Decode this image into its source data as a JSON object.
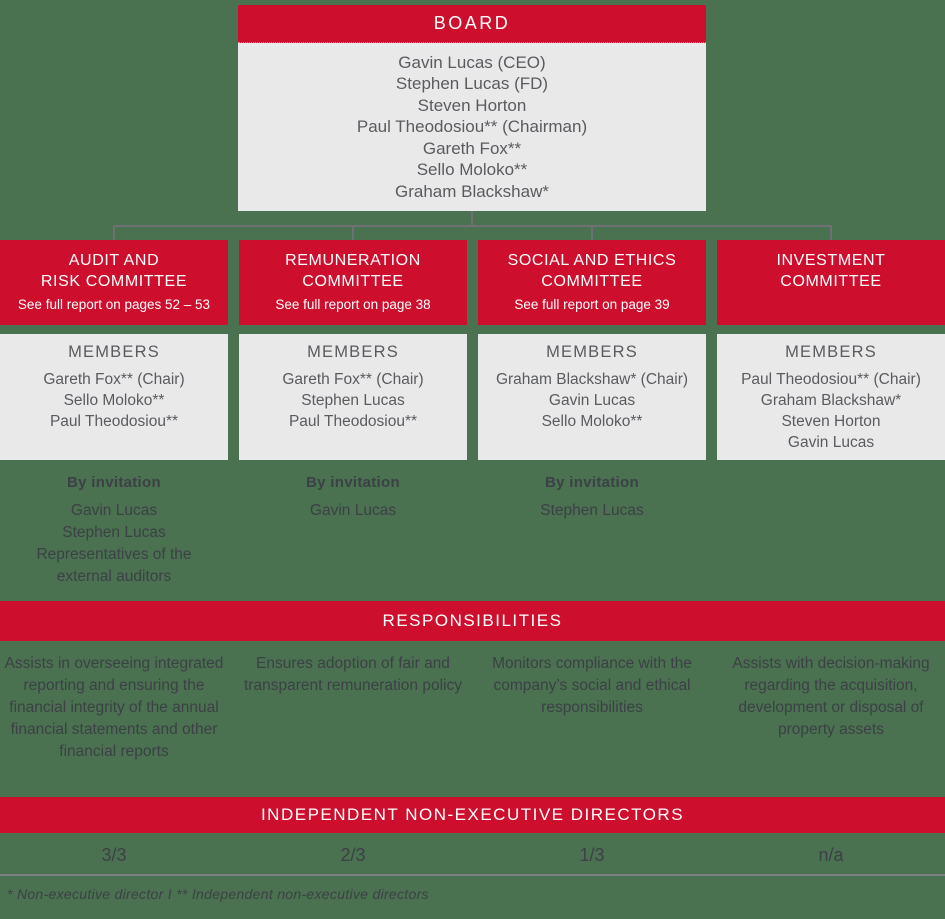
{
  "colors": {
    "brand_red": "#ce0e2d",
    "background_green": "#4a7150",
    "panel_gray": "#e9e9ea",
    "panel_text_gray": "#5a5b5f",
    "on_green_text": "#3c4145",
    "connector_gray": "#6f7072",
    "divider_gray": "#7e8083",
    "white": "#ffffff"
  },
  "board": {
    "title": "BOARD",
    "members": [
      "Gavin Lucas (CEO)",
      "Stephen Lucas (FD)",
      "Steven Horton",
      "Paul Theodosiou** (Chairman)",
      "Gareth Fox**",
      "Sello Moloko**",
      "Graham Blackshaw*"
    ]
  },
  "labels": {
    "members_heading": "MEMBERS",
    "responsibilities_heading": "RESPONSIBILITIES",
    "independent_heading": "INDEPENDENT NON-EXECUTIVE DIRECTORS",
    "footnote": "* Non-executive director   I   ** Independent non-executive directors"
  },
  "committees": [
    {
      "title_lines": [
        "AUDIT AND",
        "RISK COMMITTEE"
      ],
      "report_note": "See full report on pages 52 – 53",
      "members": [
        "Gareth Fox** (Chair)",
        "Sello Moloko**",
        "Paul Theodosiou**"
      ],
      "by_invitation_heading": "By invitation",
      "by_invitation": [
        "Gavin Lucas",
        "Stephen Lucas",
        "Representatives of the external auditors"
      ],
      "responsibility": "Assists in overseeing integrated reporting and ensuring the financial integrity of the annual financial statements and other financial reports",
      "independent_ratio": "3/3"
    },
    {
      "title_lines": [
        "REMUNERATION",
        "COMMITTEE"
      ],
      "report_note": "See full report on page 38",
      "members": [
        "Gareth Fox** (Chair)",
        "Stephen Lucas",
        "Paul Theodosiou**"
      ],
      "by_invitation_heading": "By invitation",
      "by_invitation": [
        "Gavin Lucas"
      ],
      "responsibility": "Ensures adoption of fair and transparent remuneration policy",
      "independent_ratio": "2/3"
    },
    {
      "title_lines": [
        "SOCIAL AND ETHICS",
        "COMMITTEE"
      ],
      "report_note": "See full report on page 39",
      "members": [
        "Graham Blackshaw* (Chair)",
        "Gavin Lucas",
        "Sello Moloko**"
      ],
      "by_invitation_heading": "By invitation",
      "by_invitation": [
        "Stephen Lucas"
      ],
      "responsibility": "Monitors compliance with the company’s social and ethical responsibilities",
      "independent_ratio": "1/3"
    },
    {
      "title_lines": [
        "INVESTMENT",
        "COMMITTEE"
      ],
      "report_note": "",
      "members": [
        "Paul Theodosiou** (Chair)",
        "Graham Blackshaw*",
        "Steven Horton",
        "Gavin Lucas"
      ],
      "by_invitation_heading": "",
      "by_invitation": [],
      "responsibility": "Assists with decision-making regarding the acquisition, development or disposal of property assets",
      "independent_ratio": "n/a"
    }
  ]
}
